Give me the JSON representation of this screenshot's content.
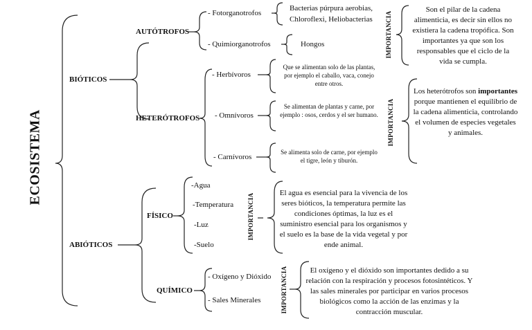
{
  "title": "ECOSISTEMA",
  "bioticos": {
    "label": "BIÓTICOS",
    "autotrofos": {
      "label": "AUTÓTROFOS",
      "fotorganotrofos": "- Fotorganotrofos",
      "fotorganotrofos_examples": [
        "Bacterias púrpura aerobias,",
        "Chloroflexi, Heliobacterias"
      ],
      "quimiorganotrofos": "- Quimiorganotrofos",
      "quimiorganotrofos_examples": "Hongos",
      "importancia_label": "IMPORTANCIA",
      "importancia_text": "Son el pilar de la cadena alimenticia, es decir sin ellos no existiera la cadena tropófica. Son importantes ya que son los responsables que el ciclo de la vida se cumpla."
    },
    "heterotrofos": {
      "label": "HETERÓTROFOS",
      "herbivoros": "- Herbívoros",
      "herbivoros_desc": "Que se alimentan solo de las plantas, por ejemplo el caballo, vaca, conejo entre otros.",
      "omnivoros": "- Omnívoros",
      "omnivoros_desc": "Se alimentan de plantas y carne, por ejemplo : osos, cerdos y el ser humano.",
      "carnivoros": "- Carnívoros",
      "carnivoros_desc": "Se alimenta solo de carne, por ejemplo el tigre, león y tiburón.",
      "importancia_label": "IMPORTANCIA",
      "importancia_pre": "Los heterótrofos son",
      "importancia_bold": "importantes",
      "importancia_post": "porque mantienen el equilibrio de la cadena alimenticia, controlando el volumen de especies vegetales y animales."
    }
  },
  "abioticos": {
    "label": "ABIÓTICOS",
    "fisico": {
      "label": "FÍSICO",
      "items": [
        "-Agua",
        "-Temperatura",
        "-Luz",
        "-Suelo"
      ],
      "importancia_label": "IMPORTANCIA",
      "importancia_text": "El agua es esencial para la vivencia de los seres bióticos, la temperatura permite las condiciones óptimas, la luz es el suministro esencial para los organismos y el suelo es la base de la vida vegetal y por ende animal."
    },
    "quimico": {
      "label": "QUÍMICO",
      "items": [
        "- Oxígeno y Dióxido",
        "- Sales Minerales"
      ],
      "importancia_label": "IMPORTANCIA",
      "importancia_text": "El oxígeno y el dióxido son importantes dedido a su relación con la respiración y procesos fotosintéticos. Y las sales minerales por participar en varios procesos biológicos como la acción de las enzimas y la contracción muscular."
    }
  }
}
